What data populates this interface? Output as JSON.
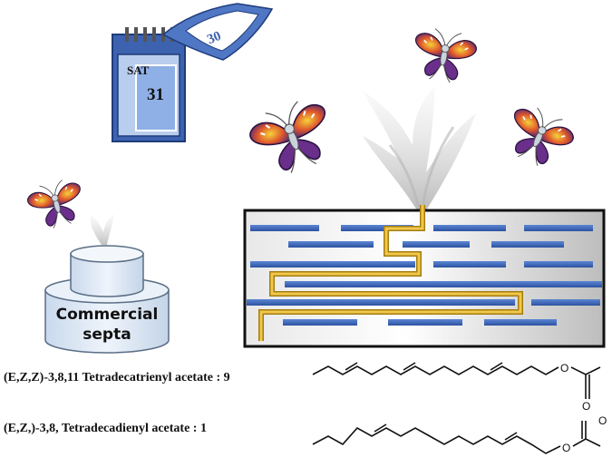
{
  "calendar": {
    "front_day": "SAT",
    "front_date": "31",
    "flip_date": "30"
  },
  "septa": {
    "label_line1": "Commercial",
    "label_line2": "septa"
  },
  "compounds": [
    {
      "name": "(E,Z,Z)-3,8,11 Tetradecatrienyl acetate : 9"
    },
    {
      "name": "(E,Z,)-3,8, Tetradecadienyl acetate : 1"
    }
  ],
  "colors": {
    "blue_bar": "#3a67b8",
    "gold_channel": "#d4a017",
    "calendar_blue": "#4f77c4",
    "septa_fill": "#dde8f4"
  }
}
